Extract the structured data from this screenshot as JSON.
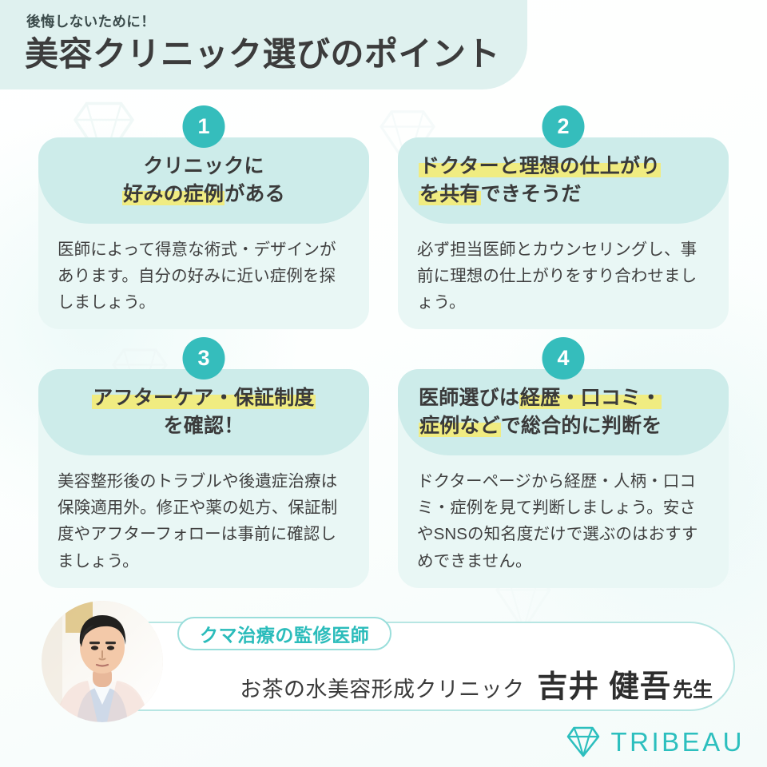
{
  "header": {
    "subtitle": "後悔しないために！",
    "title": "美容クリニック選びのポイント"
  },
  "cards": [
    {
      "number": "1",
      "align": "center",
      "title_parts": [
        {
          "text": "クリニックに",
          "highlight": false,
          "break_after": true
        },
        {
          "text": "好みの症例",
          "highlight": true
        },
        {
          "text": "がある",
          "highlight": false
        }
      ],
      "body": "医師によって得意な術式・デザインがあります。自分の好みに近い症例を探しましょう。"
    },
    {
      "number": "2",
      "align": "left",
      "title_parts": [
        {
          "text": "ドクターと理想の仕上がり",
          "highlight": true,
          "break_after": true
        },
        {
          "text": "を共有",
          "highlight": true
        },
        {
          "text": "できそうだ",
          "highlight": false
        }
      ],
      "body": "必ず担当医師とカウンセリングし、事前に理想の仕上がりをすり合わせましょう。"
    },
    {
      "number": "3",
      "align": "center",
      "title_parts": [
        {
          "text": "アフターケア・保証制度",
          "highlight": true,
          "break_after": true
        },
        {
          "text": "を確認！",
          "highlight": false
        }
      ],
      "body": "美容整形後のトラブルや後遺症治療は保険適用外。修正や薬の処方、保証制度やアフターフォローは事前に確認しましょう。"
    },
    {
      "number": "4",
      "align": "left",
      "title_parts": [
        {
          "text": "医師選びは",
          "highlight": false
        },
        {
          "text": "経歴・口コミ・",
          "highlight": true,
          "break_after": true
        },
        {
          "text": "症例など",
          "highlight": true
        },
        {
          "text": "で総合的に判断を",
          "highlight": false
        }
      ],
      "body": "ドクターページから経歴・人柄・口コミ・症例を見て判断しましょう。安さやSNSの知名度だけで選ぶのはおすすめできません。"
    }
  ],
  "doctor": {
    "pill_label": "クマ治療の監修医師",
    "clinic": "お茶の水美容形成クリニック",
    "name": "吉井 健吾",
    "honorific": "先生",
    "photo_alt": "監修医師の顔写真"
  },
  "logo": {
    "brand": "TRIBEAU",
    "icon": "diamond-icon"
  },
  "colors": {
    "teal_accent": "#35bdbc",
    "card_head": "#cdecea",
    "card_body": "#e9f7f5",
    "header_band": "#dff1ef",
    "highlight_yellow": "#f0ec81",
    "text_dark": "#3a3a3a"
  }
}
